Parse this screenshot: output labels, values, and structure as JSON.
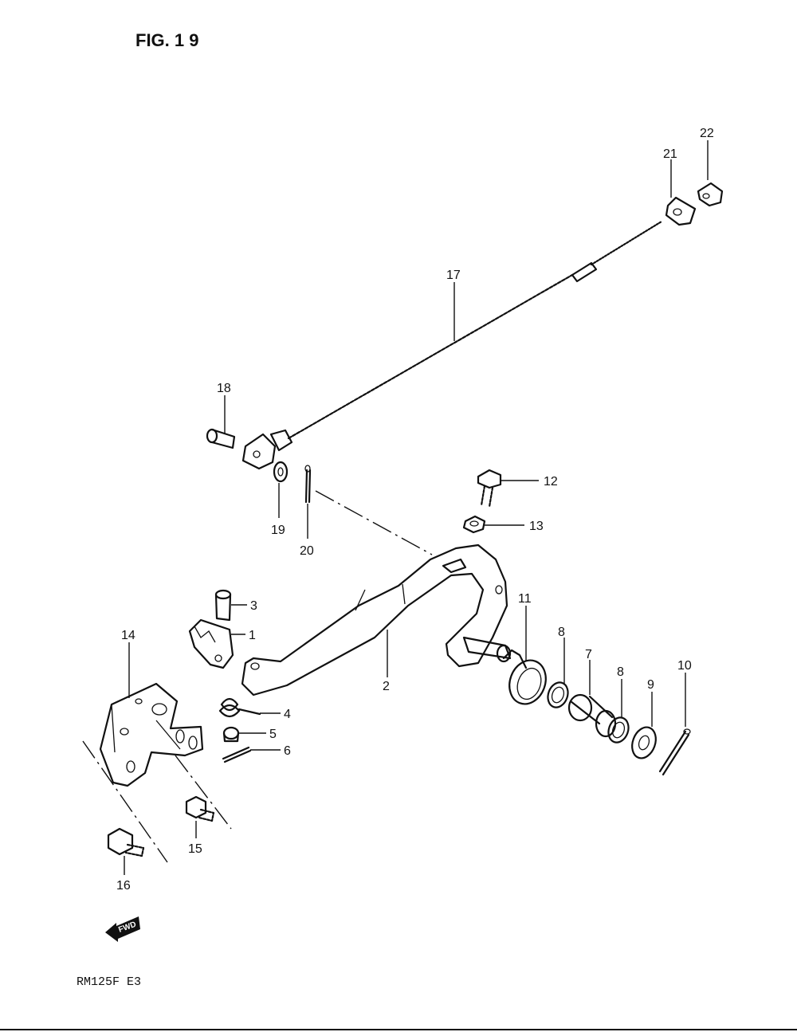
{
  "figure": {
    "title": "FIG. 1 9",
    "model": "RM125F  E3",
    "fwd_label": "FWD"
  },
  "callouts": {
    "c1": "1",
    "c2": "2",
    "c3": "3",
    "c4": "4",
    "c5": "5",
    "c6": "6",
    "c7": "7",
    "c8a": "8",
    "c8b": "8",
    "c9": "9",
    "c10": "10",
    "c11": "11",
    "c12": "12",
    "c13": "13",
    "c14": "14",
    "c15": "15",
    "c16": "16",
    "c17": "17",
    "c18": "18",
    "c19": "19",
    "c20": "20",
    "c21": "21",
    "c22": "22"
  },
  "colors": {
    "ink": "#111111",
    "paper": "#ffffff"
  }
}
